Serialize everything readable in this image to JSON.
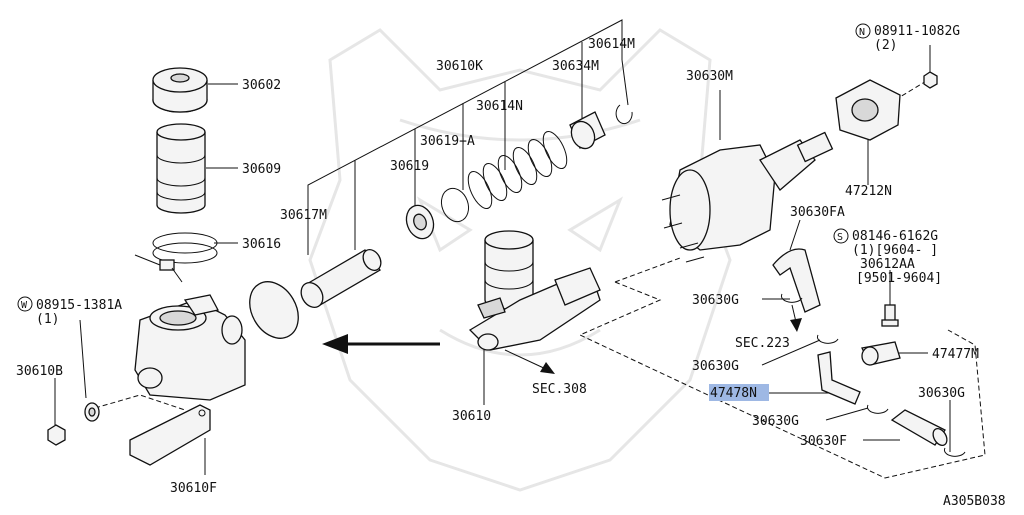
{
  "labels": {
    "l30602": "30602",
    "l30609": "30609",
    "l30616": "30616",
    "l30617M": "30617M",
    "l30619": "30619",
    "l30619A": "30619+A",
    "l30610K": "30610K",
    "l30614N": "30614N",
    "l30634M": "30634M",
    "l30614M": "30614M",
    "l30630M": "30630M",
    "l08911_a": "08911-1082G",
    "l08911_b": "(2)",
    "l47212N": "47212N",
    "l30630FA": "30630FA",
    "l08146_a": "08146-6162G",
    "l08146_b": "(1)[9604-     ]",
    "l30612AA": "30612AA",
    "l9501": "[9501-9604]",
    "l30630G_1": "30630G",
    "lSEC223": "SEC.223",
    "l30630G_2": "30630G",
    "l47477M": "47477M",
    "l47478N": "47478N",
    "l30630G_3": "30630G",
    "l30630G_4": "30630G",
    "l30630F": "30630F",
    "lSEC308": "SEC.308",
    "l30610": "30610",
    "l08915_a": "08915-1381A",
    "l08915_b": "(1)",
    "l30610B": "30610B",
    "l30610F": "30610F",
    "lRef": "A305B038"
  },
  "symbols": {
    "N": "N",
    "S": "S",
    "W": "W"
  },
  "colors": {
    "highlight": "#9eb8e4",
    "line": "#111111",
    "watermark": "#e6e6e6"
  }
}
